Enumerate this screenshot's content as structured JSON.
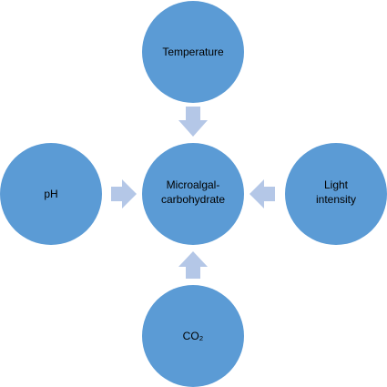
{
  "nodes": {
    "center": {
      "lines": [
        "Microalgal-",
        "carbohydrate"
      ]
    },
    "top": {
      "lines": [
        "Temperature"
      ]
    },
    "left": {
      "lines": [
        "pH"
      ]
    },
    "right": {
      "lines": [
        "Light",
        "intensity"
      ]
    },
    "bottom": {
      "lines": [
        "CO2"
      ],
      "display": "CO₂"
    }
  },
  "colors": {
    "circle": "#5b9bd5",
    "arrow": "#b4c7e7",
    "text": "#000000"
  }
}
